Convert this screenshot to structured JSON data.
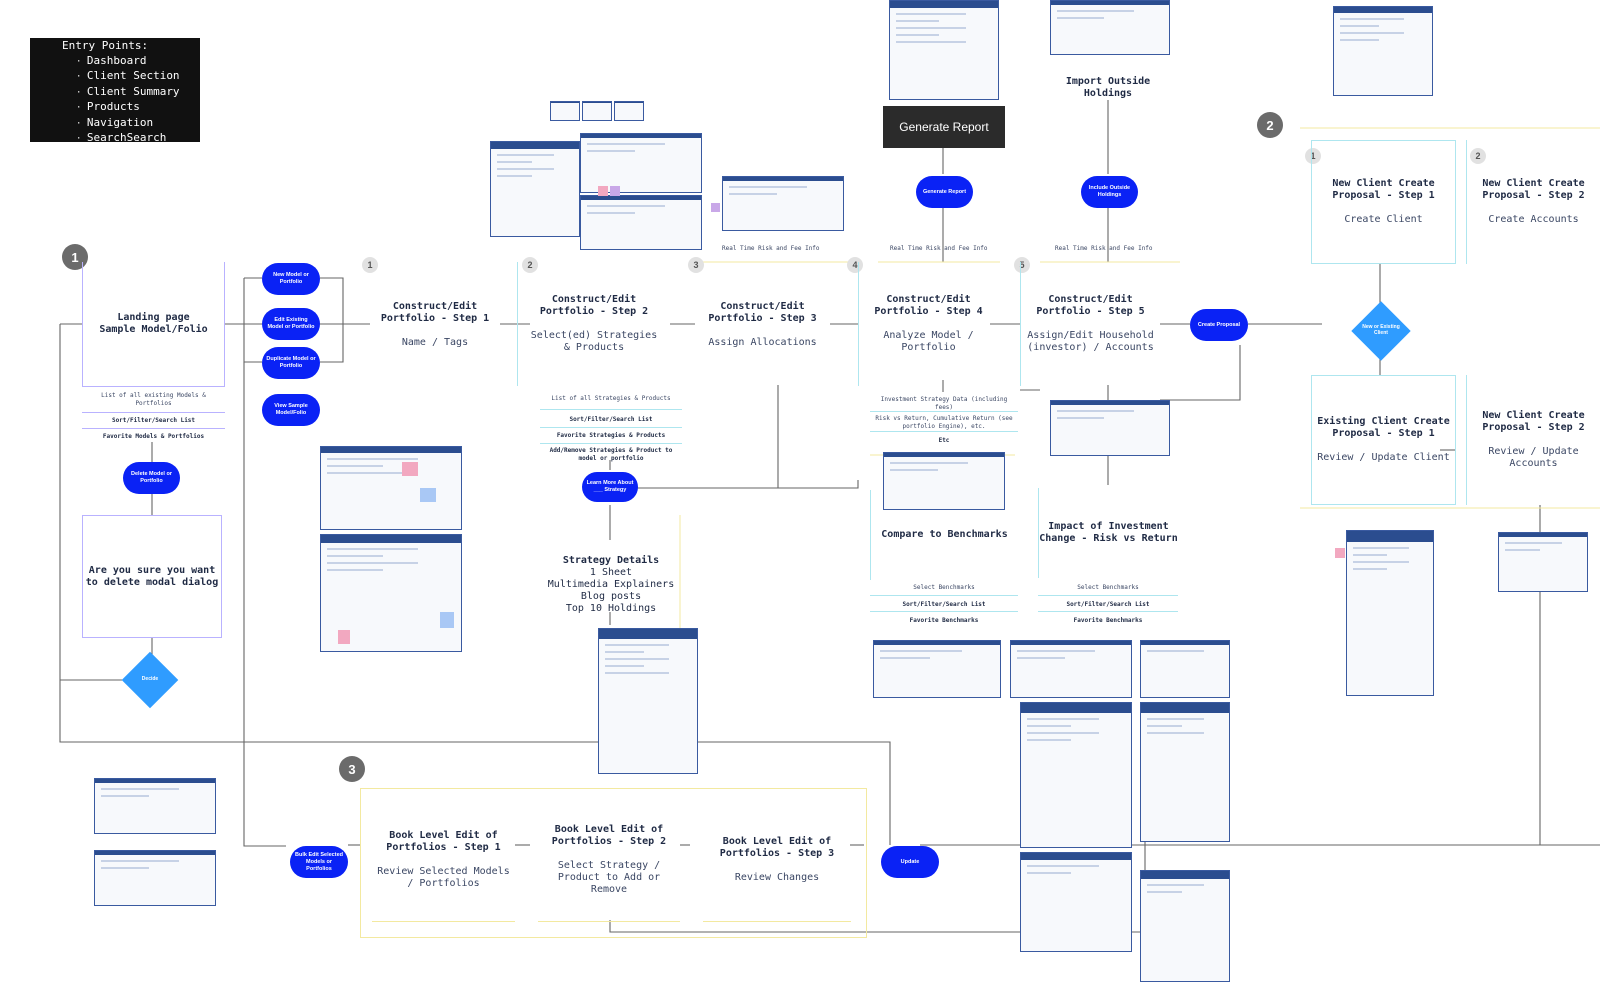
{
  "entry_points": {
    "title": "Entry Points:",
    "items": [
      "Dashboard",
      "Client Section",
      "Client Summary",
      "Products",
      "Navigation",
      "SearchSearch"
    ]
  },
  "sections": [
    "1",
    "2",
    "3"
  ],
  "landing": {
    "title": "Landing page\nSample Model/Folio",
    "list": [
      "List of all existing Models & Portfolios",
      "Sort/Filter/Search List",
      "Favorite Models & Portfolios"
    ],
    "delete_button": "Delete Model or Portfolio",
    "delete_dialog": "Are you sure you want to delete modal dialog",
    "decision": "Decide"
  },
  "actions": [
    "New Model or Portfolio",
    "Edit Existing Model or Portfolio",
    "Duplicate Model or Portfolio",
    "View Sample Model/Folio"
  ],
  "steps": [
    {
      "num": "1",
      "title": "Construct/Edit\nPortfolio - Step 1",
      "desc": "Name / Tags"
    },
    {
      "num": "2",
      "title": "Construct/Edit\nPortfolio - Step 2",
      "desc": "Select(ed) Strategies\n& Products"
    },
    {
      "num": "3",
      "title": "Construct/Edit\nPortfolio - Step 3",
      "desc": "Assign Allocations"
    },
    {
      "num": "4",
      "title": "Construct/Edit\nPortfolio - Step 4",
      "desc": "Analyze Model /\nPortfolio"
    },
    {
      "num": "5",
      "title": "Construct/Edit\nPortfolio - Step 5",
      "desc": "Assign/Edit Household\n(investor) / Accounts"
    }
  ],
  "realtime": "Real Time Risk and Fee Info",
  "step2_list": [
    "List of all Strategies & Products",
    "Sort/Filter/Search List",
    "Favorite Strategies & Products",
    "Add/Remove Strategies & Product to model or portfolio"
  ],
  "learn_more": "Learn More About ___ Strategy",
  "strategy_details": {
    "title": "Strategy Details",
    "lines": [
      "1 Sheet",
      "Multimedia Explainers",
      "Blog posts",
      "Top 10 Holdings"
    ]
  },
  "step4_list": [
    "Investment Strategy Data (including fees)",
    "Risk vs Return, Cumulative Return (see portfolio Engine), etc.",
    "Etc"
  ],
  "compare": {
    "title": "Compare to Benchmarks",
    "list": [
      "Select Benchmarks",
      "Sort/Filter/Search List",
      "Favorite Benchmarks"
    ]
  },
  "impact": {
    "title": "Impact of Investment\nChange - Risk vs Return",
    "list": [
      "Select Benchmarks",
      "Sort/Filter/Search List",
      "Favorite Benchmarks"
    ]
  },
  "generate_report": {
    "button": "Generate Report",
    "pill": "Generate Report"
  },
  "import_holdings": {
    "title": "Import Outside\nHoldings",
    "pill": "Include Outside Holdings"
  },
  "create_proposal": "Create Proposal",
  "client_decision": "New or Existing Client",
  "proposals": [
    {
      "num": "1",
      "title": "New Client Create\nProposal - Step 1",
      "desc": "Create Client"
    },
    {
      "num": "2",
      "title": "New Client Create\nProposal - Step 2",
      "desc": "Create Accounts"
    },
    {
      "num": "",
      "title": "Existing Client Create\nProposal - Step 1",
      "desc": "Review / Update Client"
    },
    {
      "num": "",
      "title": "New Client Create\nProposal - Step 2",
      "desc": "Review / Update\nAccounts"
    }
  ],
  "bulk": {
    "pill": "Bulk Edit Selected Models or Portfolios",
    "steps": [
      {
        "title": "Book Level Edit of\nPortfolios - Step 1",
        "desc": "Review Selected Models\n/ Portfolios"
      },
      {
        "title": "Book Level Edit of\nPortfolios - Step 2",
        "desc": "Select Strategy /\nProduct to Add or\nRemove"
      },
      {
        "title": "Book Level Edit of\nPortfolios - Step 3",
        "desc": "Review Changes"
      }
    ],
    "update": "Update"
  },
  "colors": {
    "pill": "#0a22f5",
    "diamond": "#2f9cff",
    "step_border": "#b9b2ff",
    "cyan_border": "#aee6ef",
    "yellow_border": "#f3e9a0"
  }
}
